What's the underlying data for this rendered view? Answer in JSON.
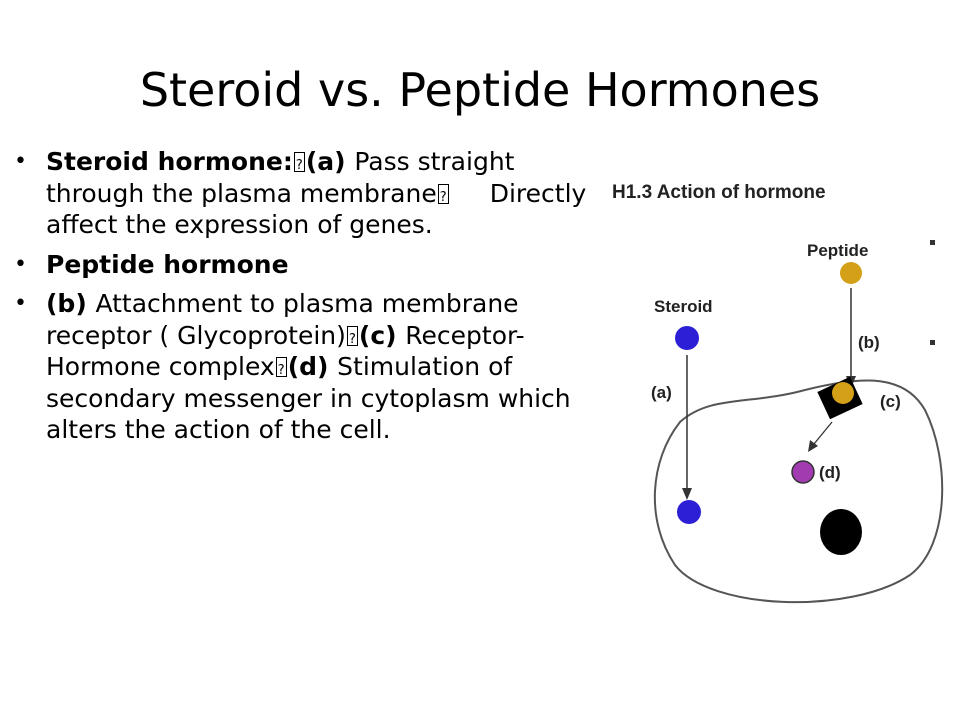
{
  "title": "Steroid vs. Peptide Hormones",
  "bullets": [
    {
      "segments": [
        {
          "text": "Steroid hormone:",
          "bold": true
        },
        {
          "box": true
        },
        {
          "text": "(a) ",
          "bold": true
        },
        {
          "text": "Pass straight through the plasma membrane"
        },
        {
          "box": true
        },
        {
          "spacer": true
        },
        {
          "text": "Directly affect the expression of genes."
        }
      ]
    },
    {
      "segments": [
        {
          "text": "Peptide hormone",
          "bold": true
        }
      ]
    },
    {
      "segments": [
        {
          "text": "(b) ",
          "bold": true
        },
        {
          "text": "Attachment to plasma membrane receptor ( Glycoprotein)"
        },
        {
          "box": true
        },
        {
          "text": "(c) ",
          "bold": true
        },
        {
          "text": "Receptor-Hormone complex"
        },
        {
          "box": true
        },
        {
          "text": "(d) ",
          "bold": true
        },
        {
          "text": "Stimulation of secondary messenger in cytoplasm which alters the action of the cell."
        }
      ]
    }
  ],
  "figure": {
    "heading": "H1.3 Action of hormone",
    "labels": {
      "peptide": "Peptide",
      "steroid": "Steroid",
      "a": "(a)",
      "b": "(b)",
      "c": "(c)",
      "d": "(d)"
    },
    "colors": {
      "steroid_molecule": "#2d1fd6",
      "peptide_molecule": "#d4a017",
      "messenger": "#a23bb0",
      "receptor": "#000000",
      "nucleus": "#000000",
      "heading": "#444444"
    }
  }
}
